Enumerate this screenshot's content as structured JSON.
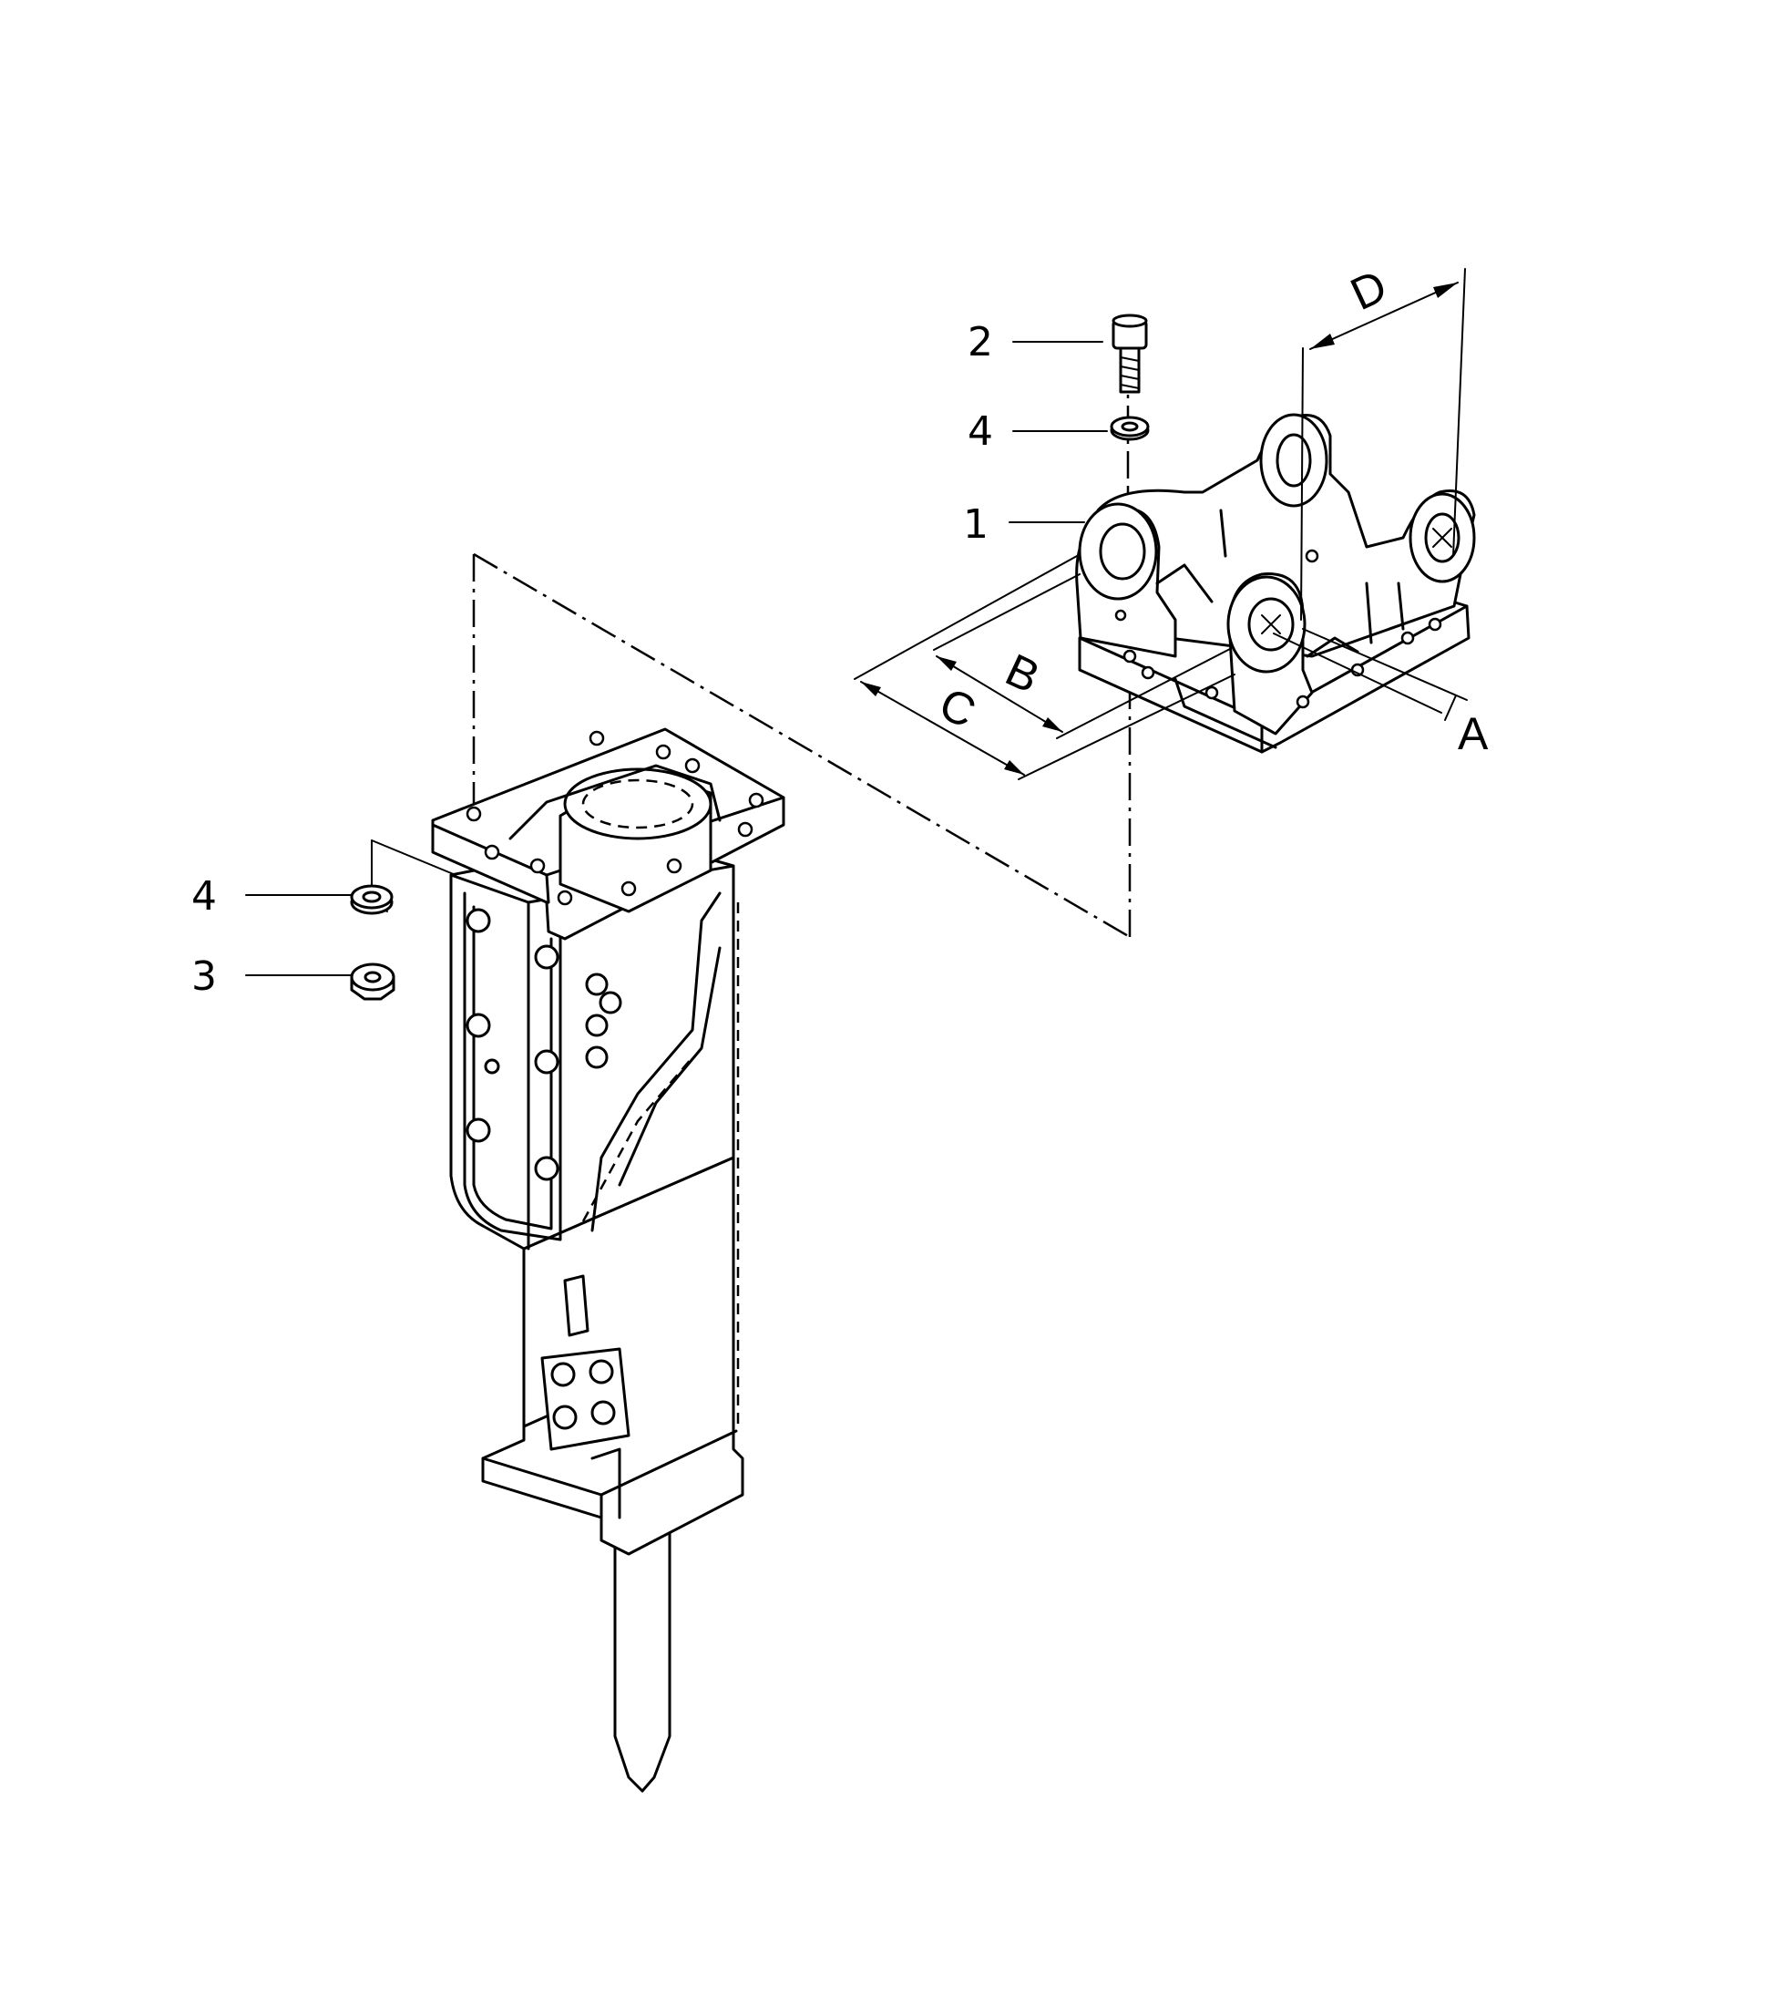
{
  "part_labels": {
    "item_1": "1",
    "item_2": "2",
    "item_3": "3",
    "item_4_top": "4",
    "item_4_bottom": "4"
  },
  "dimension_labels": {
    "a": "A",
    "b": "B",
    "c": "C",
    "d": "D"
  }
}
